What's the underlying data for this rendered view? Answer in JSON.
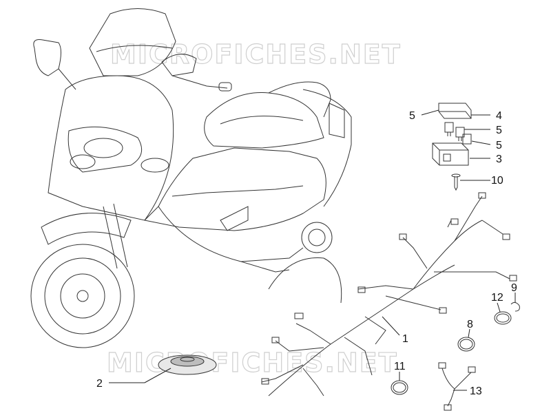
{
  "watermark": {
    "text": "MICROFICHES.NET"
  },
  "callouts": [
    {
      "id": "1",
      "label": "1"
    },
    {
      "id": "2",
      "label": "2"
    },
    {
      "id": "3",
      "label": "3"
    },
    {
      "id": "4",
      "label": "4"
    },
    {
      "id": "5a",
      "label": "5"
    },
    {
      "id": "5b",
      "label": "5"
    },
    {
      "id": "5c",
      "label": "5"
    },
    {
      "id": "8",
      "label": "8"
    },
    {
      "id": "9",
      "label": "9"
    },
    {
      "id": "10",
      "label": "10"
    },
    {
      "id": "11",
      "label": "11"
    },
    {
      "id": "12",
      "label": "12"
    },
    {
      "id": "13",
      "label": "13"
    }
  ]
}
